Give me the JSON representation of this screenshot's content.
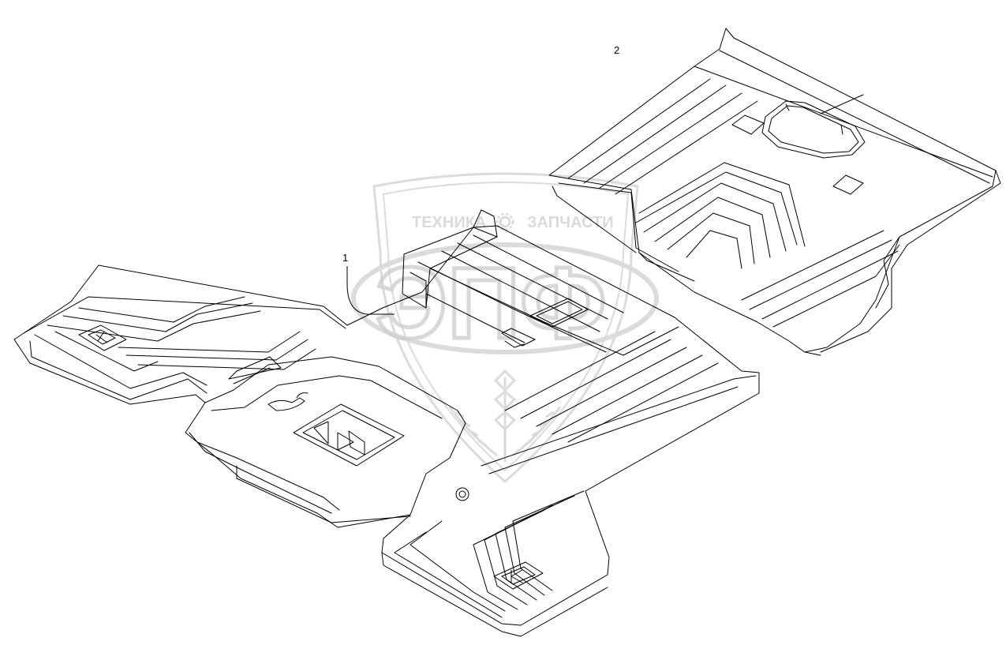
{
  "callouts": [
    {
      "label": "1"
    },
    {
      "label": "2"
    }
  ],
  "watermark": {
    "top_left": "ТЕХНИКА",
    "top_right": "ЗАПЧАСТИ",
    "main": "ЭПФ",
    "color": "#c8c8c8",
    "icons": [
      "gear-icon",
      "wheat-icon"
    ]
  },
  "colors": {
    "line": "#000000",
    "background": "#ffffff"
  }
}
